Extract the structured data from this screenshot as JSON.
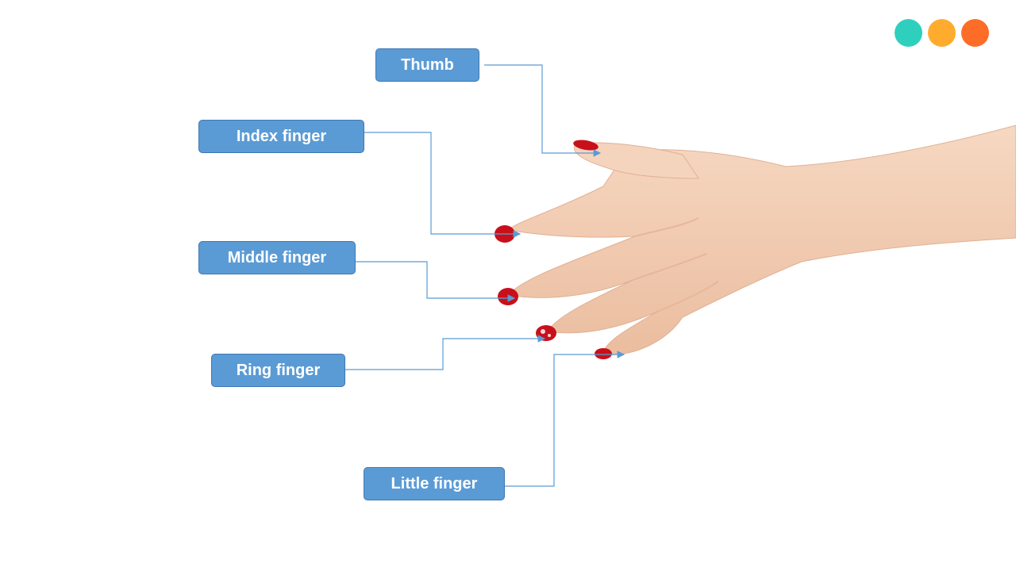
{
  "labels": {
    "thumb": "Thumb",
    "index": "Index finger",
    "middle": "Middle finger",
    "ring": "Ring finger",
    "little": "Little finger"
  },
  "colors": {
    "label_fill": "#5b9bd5",
    "label_border": "#3f77b3",
    "connector": "#5b9bd5",
    "skin": "#f3cfb6",
    "skin_shadow": "#e6b79c",
    "nail": "#c8101b",
    "dot_teal": "#2ed0bd",
    "dot_amber": "#ffab2e",
    "dot_orange": "#fd6d28"
  }
}
